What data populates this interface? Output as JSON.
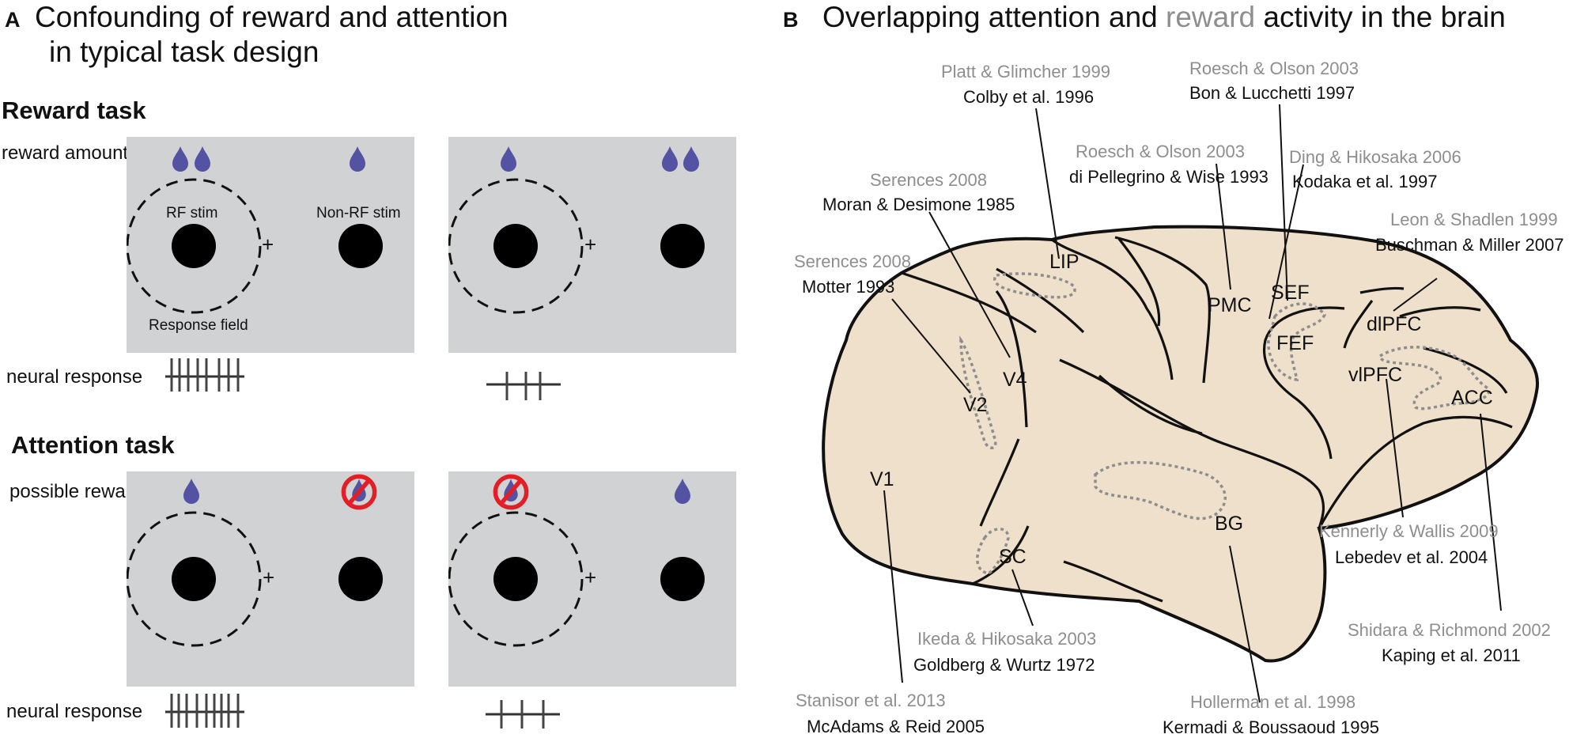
{
  "panel_a": {
    "label": "A",
    "title_line1": "Confounding of reward and attention",
    "title_line2": "in typical task design",
    "reward_task": "Reward task",
    "reward_amount": "reward amount",
    "rf_stim": "RF stim",
    "non_rf_stim": "Non-RF stim",
    "response_field": "Response field",
    "plus": "+",
    "neural_response": "neural response",
    "attention_task": "Attention task",
    "possible_reward": "possible reward"
  },
  "panel_b": {
    "label": "B",
    "title_part1": "Overlapping attention and ",
    "title_reward": "reward",
    "title_part3": " activity in the brain",
    "regions": {
      "lip": "LIP",
      "pmc": "PMC",
      "sef": "SEF",
      "fef": "FEF",
      "dlpfc": "dlPFC",
      "vlpfc": "vlPFC",
      "acc": "ACC",
      "v4": "V4",
      "v2": "V2",
      "v1": "V1",
      "sc": "SC",
      "bg": "BG"
    },
    "citations": {
      "lip_reward": "Platt & Glimcher 1999",
      "lip_attention": "Colby et al. 1996",
      "sef_reward": "Roesch & Olson 2003",
      "sef_attention": "Bon & Lucchetti 1997",
      "pmc_reward": "Roesch & Olson 2003",
      "pmc_attention": "di Pellegrino & Wise 1993",
      "fef_reward": "Ding & Hikosaka 2006",
      "fef_attention": "Kodaka et al. 1997",
      "v4_reward": "Serences 2008",
      "v4_attention": "Moran & Desimone 1985",
      "dlpfc_reward": "Leon & Shadlen 1999",
      "dlpfc_attention": "Buschman & Miller 2007",
      "v2_reward": "Serences 2008",
      "v2_attention": "Motter 1993",
      "vlpfc_reward": "Kennerly & Wallis 2009",
      "vlpfc_attention": "Lebedev et al. 2004",
      "acc_reward": "Shidara & Richmond 2002",
      "acc_attention": "Kaping et al. 2011",
      "sc_reward": "Ikeda & Hikosaka 2003",
      "sc_attention": "Goldberg & Wurtz 1972",
      "v1_reward": "Stanisor et al. 2013",
      "v1_attention": "McAdams & Reid 2005",
      "bg_reward": "Hollerman et al. 1998",
      "bg_attention": "Kermadi & Boussaoud 1995"
    }
  },
  "colors": {
    "panel_gray": "#d1d2d4",
    "drop_blue": "#5352a3",
    "no_reward_red": "#e31e26",
    "brain_fill": "#efe0cb",
    "reward_gray": "#8e8e8e"
  },
  "icons": [
    "reward-drop-icon",
    "no-reward-icon",
    "fixation-cross"
  ]
}
